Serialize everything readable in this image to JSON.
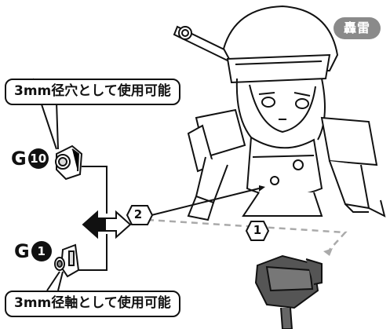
{
  "badge": {
    "text": "轟雷"
  },
  "notes": {
    "hole": "3mm径穴として使用可能",
    "shaft": "3mm径軸として使用可能"
  },
  "parts": {
    "g10": {
      "letter": "G",
      "number": "10"
    },
    "g1": {
      "letter": "G",
      "number": "1"
    }
  },
  "steps": {
    "one": "1",
    "two": "2"
  },
  "icons": [
    "exchange-arrow-icon",
    "hexagon-step-icon"
  ]
}
